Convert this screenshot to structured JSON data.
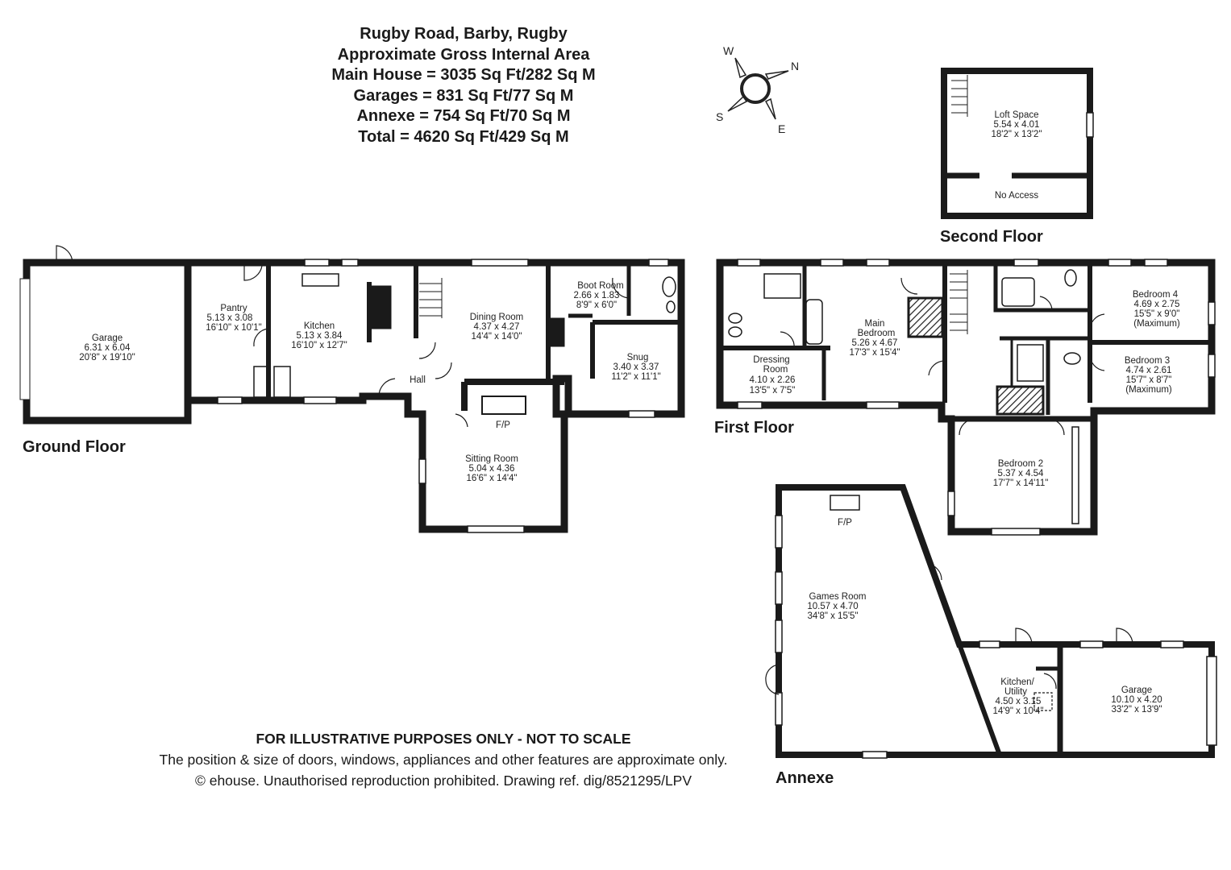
{
  "header": {
    "address": "Rugby Road, Barby, Rugby",
    "area_title": "Approximate Gross Internal Area",
    "main_house": "Main House = 3035 Sq Ft/282 Sq M",
    "garages": "Garages = 831 Sq Ft/77 Sq M",
    "annexe": "Annexe = 754 Sq Ft/70 Sq M",
    "total": "Total = 4620 Sq Ft/429 Sq M"
  },
  "compass": {
    "n": "N",
    "e": "E",
    "s": "S",
    "w": "W"
  },
  "floors": {
    "ground": "Ground Floor",
    "first": "First Floor",
    "second": "Second Floor",
    "annexe": "Annexe"
  },
  "rooms": {
    "garage_gf": {
      "name": "Garage",
      "metric": "6.31 x 6.04",
      "imperial": "20'8\" x 19'10\""
    },
    "pantry": {
      "name": "Pantry",
      "metric": "5.13 x 3.08",
      "imperial": "16'10\" x 10'1\""
    },
    "kitchen": {
      "name": "Kitchen",
      "metric": "5.13 x 3.84",
      "imperial": "16'10\" x 12'7\""
    },
    "hall": {
      "name": "Hall"
    },
    "dining": {
      "name": "Dining Room",
      "metric": "4.37 x 4.27",
      "imperial": "14'4\" x 14'0\""
    },
    "boot": {
      "name": "Boot Room",
      "metric": "2.66 x 1.83",
      "imperial": "8'9\" x 6'0\""
    },
    "snug": {
      "name": "Snug",
      "metric": "3.40 x 3.37",
      "imperial": "11'2\" x 11'1\""
    },
    "sitting": {
      "name": "Sitting Room",
      "metric": "5.04 x 4.36",
      "imperial": "16'6\" x 14'4\"",
      "feature": "F/P"
    },
    "dressing": {
      "name": "Dressing",
      "name2": "Room",
      "metric": "4.10 x 2.26",
      "imperial": "13'5\" x 7'5\""
    },
    "main_bed": {
      "name": "Main",
      "name2": "Bedroom",
      "metric": "5.26 x 4.67",
      "imperial": "17'3\" x 15'4\""
    },
    "bed4": {
      "name": "Bedroom 4",
      "metric": "4.69 x 2.75",
      "imperial": "15'5\" x 9'0\"",
      "note": "(Maximum)"
    },
    "bed3": {
      "name": "Bedroom 3",
      "metric": "4.74 x 2.61",
      "imperial": "15'7\" x 8'7\"",
      "note": "(Maximum)"
    },
    "bed2": {
      "name": "Bedroom 2",
      "metric": "5.37 x 4.54",
      "imperial": "17'7\" x 14'11\""
    },
    "loft": {
      "name": "Loft Space",
      "metric": "5.54 x 4.01",
      "imperial": "18'2\" x 13'2\""
    },
    "no_access": {
      "name": "No Access"
    },
    "games": {
      "name": "Games Room",
      "metric": "10.57 x 4.70",
      "imperial": "34'8\" x 15'5\"",
      "feature": "F/P"
    },
    "utility": {
      "name": "Kitchen/",
      "name2": "Utility",
      "metric": "4.50 x 3.15",
      "imperial": "14'9\" x 10'4\""
    },
    "garage_an": {
      "name": "Garage",
      "metric": "10.10 x 4.20",
      "imperial": "33'2\" x 13'9\""
    }
  },
  "footer": {
    "disclaimer": "FOR ILLUSTRATIVE PURPOSES ONLY - NOT TO SCALE",
    "note": "The position & size of doors, windows, appliances and other features are approximate only.",
    "copyright": "© ehouse. Unauthorised reproduction prohibited. Drawing ref. dig/8521295/LPV"
  }
}
